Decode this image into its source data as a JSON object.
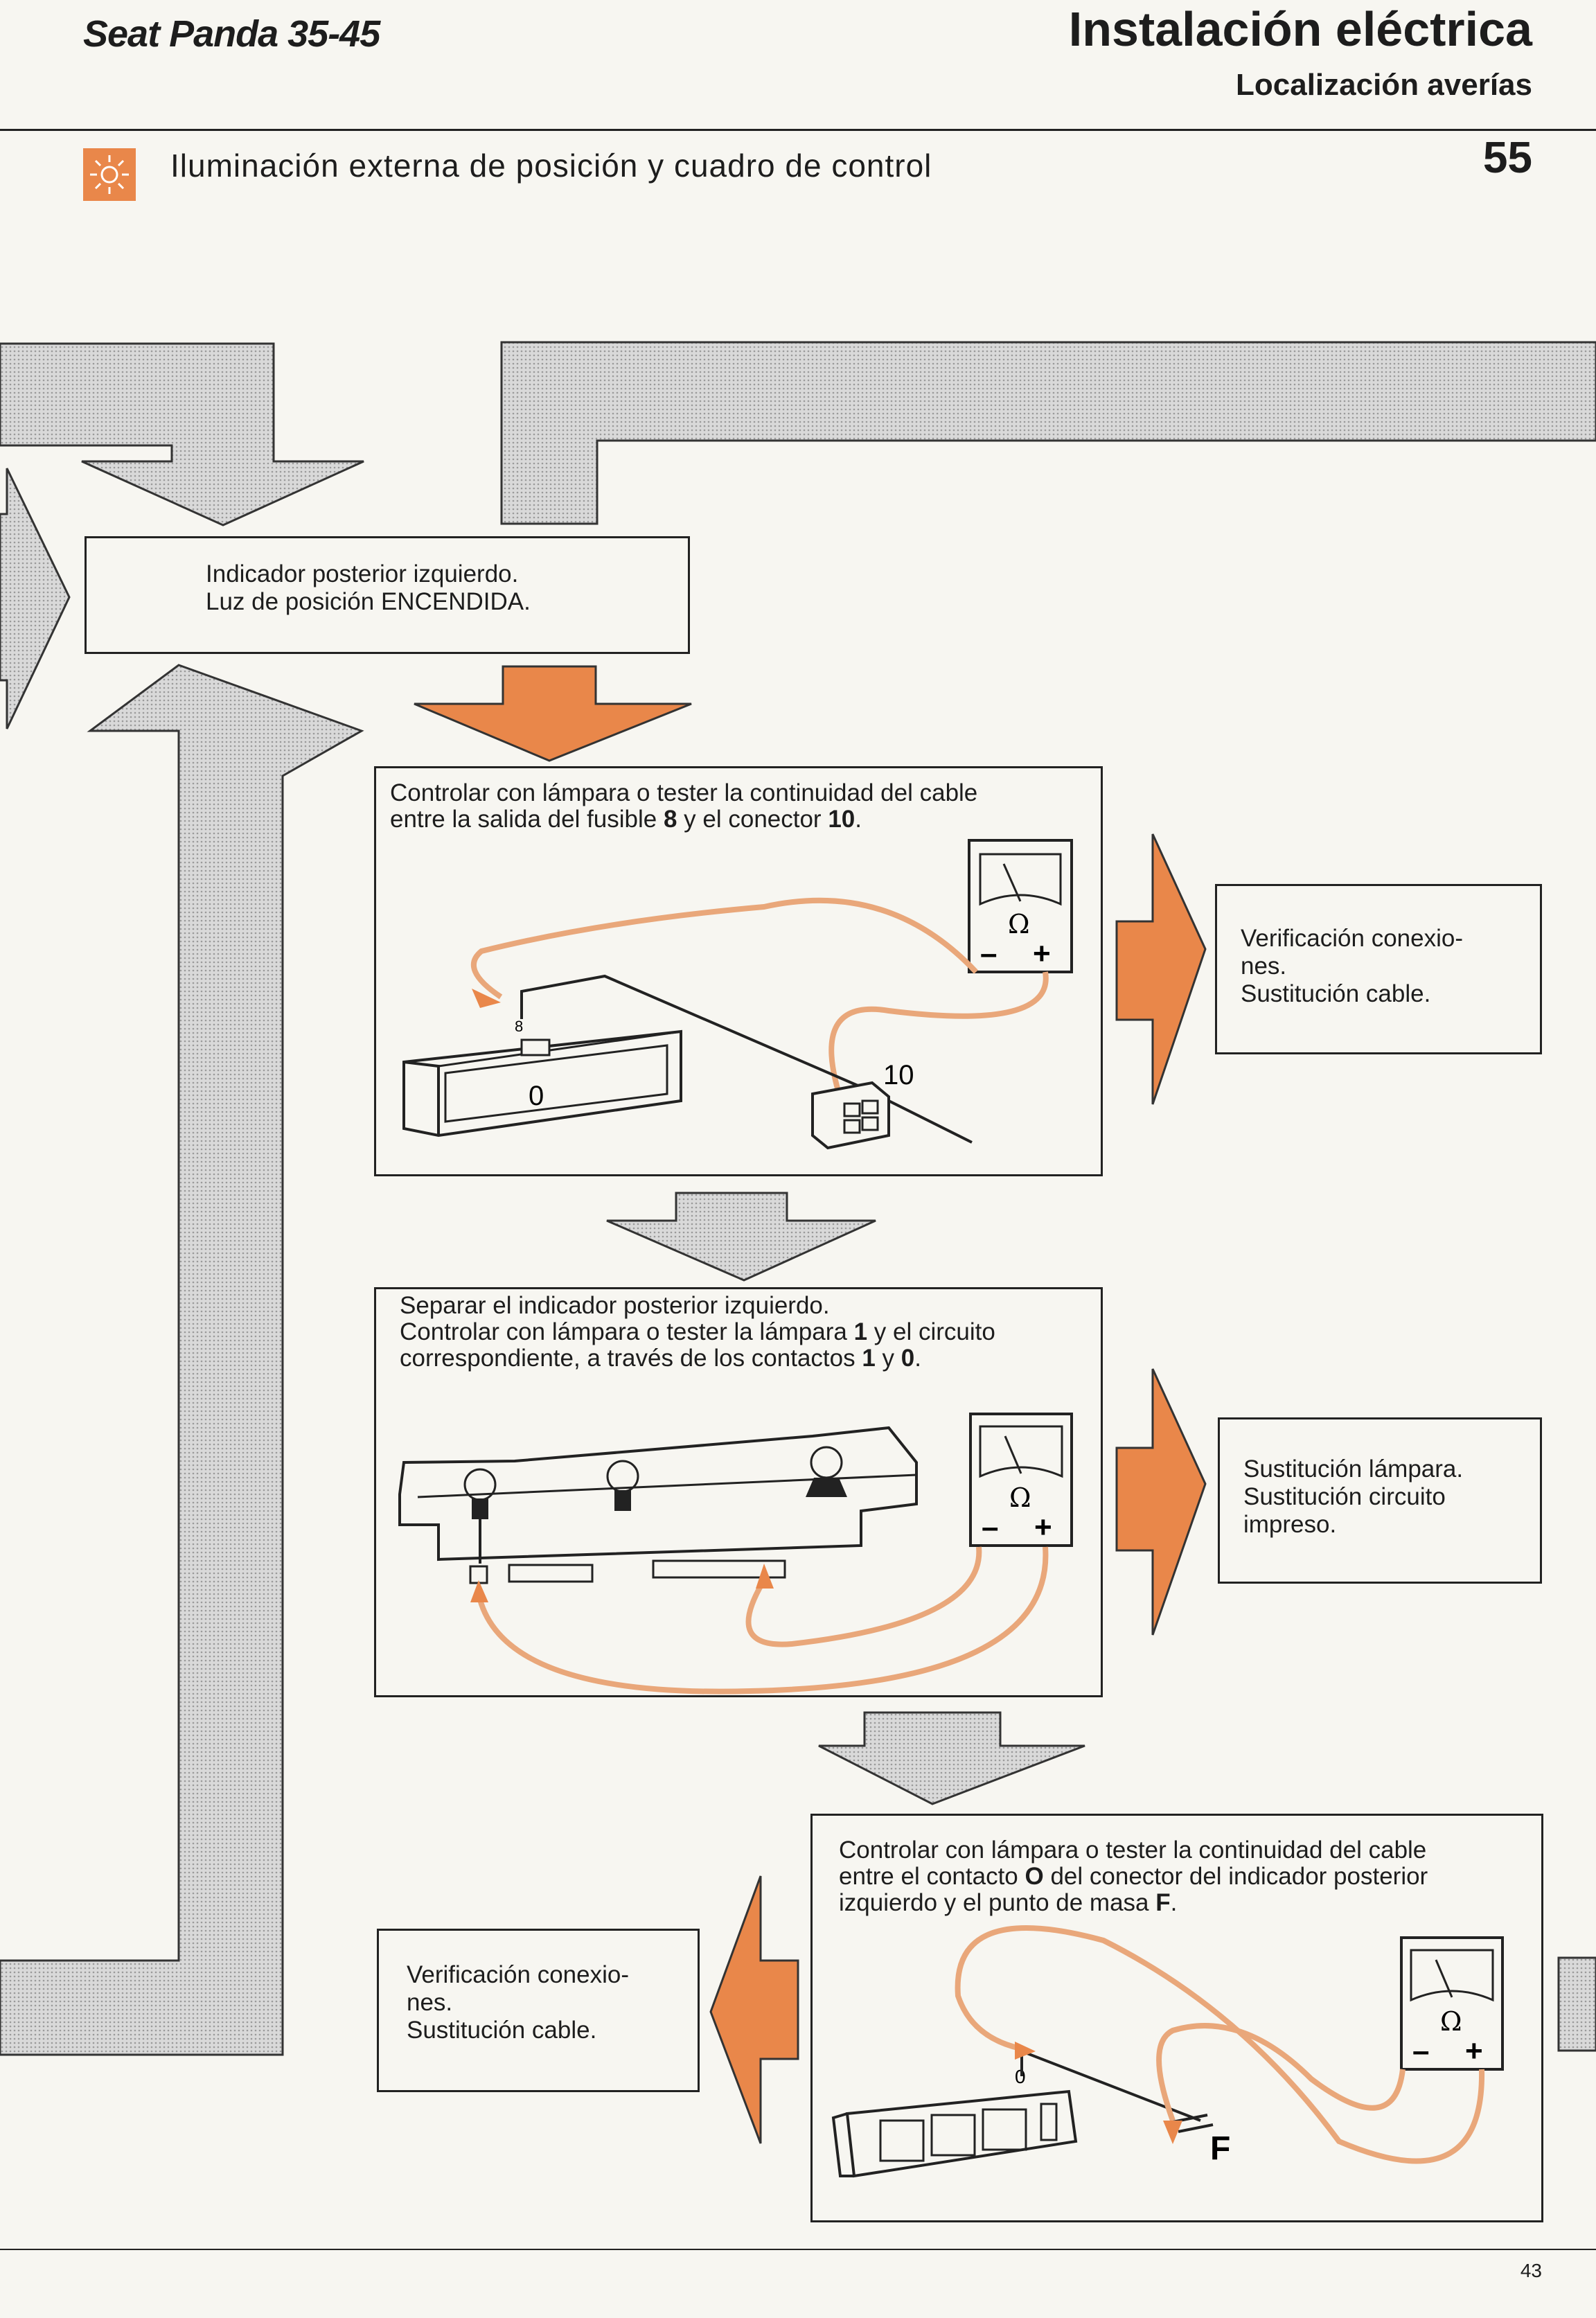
{
  "header": {
    "model": "Seat Panda 35-45",
    "title": "Instalación eléctrica",
    "subtitle": "Localización averías",
    "page_section_number": "55"
  },
  "section": {
    "icon": "light-bulb-icon",
    "title": "Iluminación externa de posición y cuadro de control"
  },
  "colors": {
    "accent": "#e9874a",
    "wire": "#e9a77a",
    "gray_arrow": "#cfcfcf"
  },
  "boxes": {
    "start": {
      "line1": "Indicador posterior izquierdo.",
      "line2": "Luz de posición ENCENDIDA."
    },
    "step1": {
      "line1": "Controlar con lámpara o tester la continuidad del cable",
      "line2_a": "entre la salida del fusible ",
      "line2_b": "8",
      "line2_c": " y el conector ",
      "line2_d": "10",
      "line2_e": ".",
      "label_connector": "10",
      "label_fuse_contact": "0",
      "label_fuse_num": "8"
    },
    "result1": {
      "line1": "Verificación   conexio-",
      "line2": "nes.",
      "line3": "Sustitución cable."
    },
    "step2": {
      "line1": "Separar el indicador posterior izquierdo.",
      "line2_a": "Controlar con lámpara o tester la lámpara ",
      "line2_b": "1",
      "line2_c": " y el circuito",
      "line3_a": "correspondiente, a través de los contactos ",
      "line3_b": "1",
      "line3_c": " y ",
      "line3_d": "0",
      "line3_e": "."
    },
    "result2": {
      "line1": "Sustitución lámpara.",
      "line2": "Sustitución   circuito",
      "line3": "impreso."
    },
    "step3": {
      "line1": "Controlar con lámpara o tester la continuidad del cable",
      "line2_a": "entre el contacto ",
      "line2_b": "O",
      "line2_c": " del conector del indicador posterior",
      "line3_a": "izquierdo y el punto de masa ",
      "line3_b": "F",
      "line3_c": ".",
      "label_ground": "F",
      "label_contact": "0"
    },
    "result3": {
      "line1": "Verificación   conexio-",
      "line2": "nes.",
      "line3": "Sustitución cable."
    }
  },
  "meter": {
    "ohm_symbol": "Ω",
    "minus": "–",
    "plus": "+"
  },
  "footer": {
    "page": "43"
  }
}
